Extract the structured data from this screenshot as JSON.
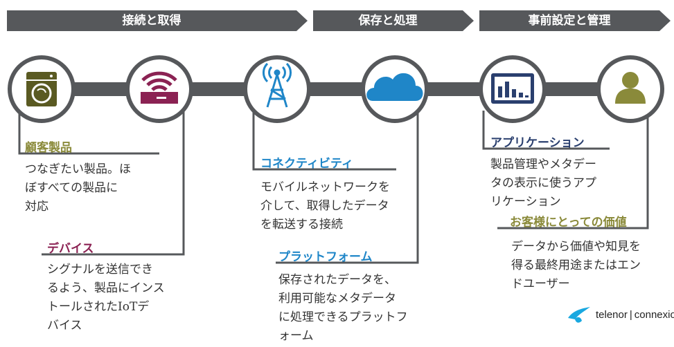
{
  "phases": [
    {
      "label": "接続と取得"
    },
    {
      "label": "保存と処理"
    },
    {
      "label": "事前設定と管理"
    }
  ],
  "nodes": [
    {
      "icon": "washing-machine-icon",
      "heading": "顧客製品",
      "heading_color": "#8a8a3a",
      "description": "つなぎたい製品。ほ\nぼすべての製品に\n対応"
    },
    {
      "icon": "router-icon",
      "heading": "デバイス",
      "heading_color": "#8b2253",
      "description": "シグナルを送信でき\nるよう、製品にインス\nトールされたIoTデ\nバイス"
    },
    {
      "icon": "cell-tower-icon",
      "heading": "コネクティビティ",
      "heading_color": "#1f86c8",
      "description": "モバイルネットワークを\n介して、取得したデータ\nを転送する接続"
    },
    {
      "icon": "cloud-icon",
      "heading": "プラットフォーム",
      "heading_color": "#1f86c8",
      "description": "保存されたデータを、\n利用可能なメタデータ\nに処理できるプラットフ\nォーム"
    },
    {
      "icon": "bar-chart-monitor-icon",
      "heading": "アプリケーション",
      "heading_color": "#2a3f6e",
      "description": "製品管理やメタデー\nタの表示に使うアプ\nリケーション"
    },
    {
      "icon": "user-icon",
      "heading": "お客様にとっての価値",
      "heading_color": "#8a8a3a",
      "description": "データから価値や知見を\n得る最終用途またはエン\nドユーザー"
    }
  ],
  "colors": {
    "banner": "#56585b",
    "connector": "#56585b",
    "olive": "#5a5a22",
    "maroon": "#8b2253",
    "blue": "#1f86c8",
    "navy": "#2a3f6e",
    "logo_blue": "#19a8e0"
  },
  "logo": {
    "brand": "telenor",
    "partner": "connexion"
  }
}
